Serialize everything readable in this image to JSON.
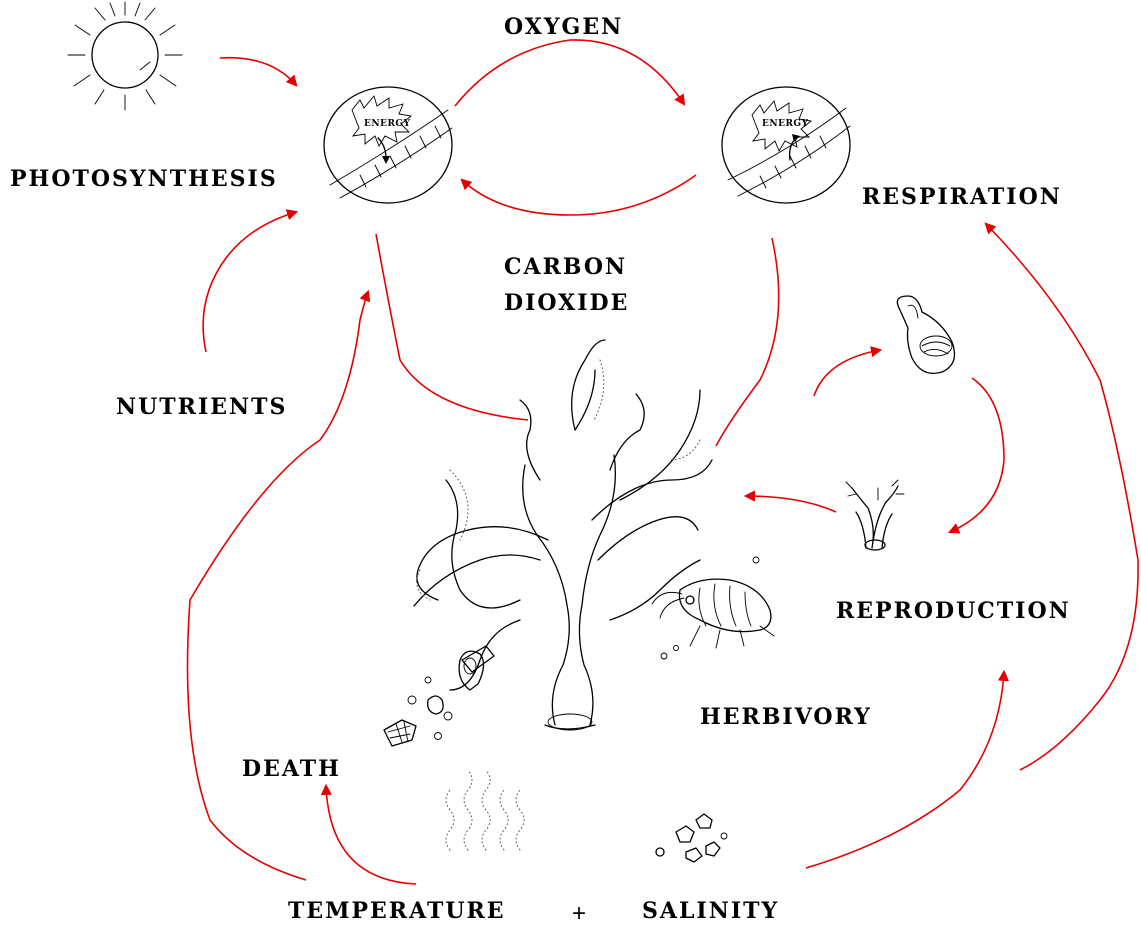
{
  "labels": {
    "oxygen": "OXYGEN",
    "photosynthesis": "PHOTOSYNTHESIS",
    "respiration": "RESPIRATION",
    "carbon_dioxide_line1": "CARBON",
    "carbon_dioxide_line2": "DIOXIDE",
    "nutrients": "NUTRIENTS",
    "reproduction": "REPRODUCTION",
    "herbivory": "HERBIVORY",
    "death": "DEATH",
    "temperature": "TEMPERATURE",
    "plus": "+",
    "salinity": "SALINITY",
    "energy_left": "ENERGY",
    "energy_right": "ENERGY"
  },
  "colors": {
    "arrow": "#e50000",
    "ink": "#000000",
    "background": "#ffffff"
  }
}
